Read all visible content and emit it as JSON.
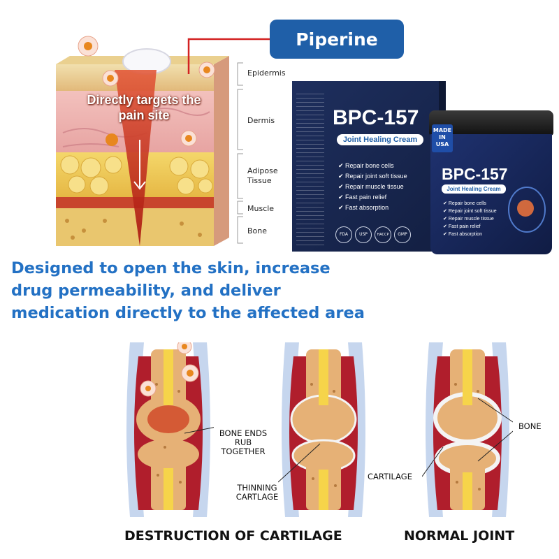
{
  "badge": {
    "label": "Piperine"
  },
  "skin_diagram": {
    "overlay_text": "Directly targets the pain site",
    "layers": [
      "Epidermis",
      "Dermis",
      "Adipose Tissue",
      "Muscle",
      "Bone"
    ]
  },
  "product": {
    "name": "BPC-157",
    "subtitle": "Joint Healing Cream",
    "jar_badge": "MADE IN USA",
    "benefits": [
      "Repair bone cells",
      "Repair joint soft tissue",
      "Repair muscle tissue",
      "Fast pain relief",
      "Fast absorption"
    ],
    "certifications": [
      "FDA",
      "USP",
      "HACCP",
      "GMP"
    ]
  },
  "headline": {
    "lines": [
      "Designed to open the skin, increase",
      "drug permeability, and deliver",
      "medication directly to the affected area"
    ]
  },
  "joints": {
    "labels": {
      "bone_rub": "BONE ENDS RUB TOGETHER",
      "thinning": "THINNING CARTLAGE",
      "cartilage": "CARTILAGE",
      "bone": "BONE"
    },
    "captions": {
      "destruction": "DESTRUCTION OF CARTILAGE",
      "normal": "NORMAL JOINT"
    }
  },
  "colors": {
    "badge_blue": "#1f5fa8",
    "headline_blue": "#2371c4",
    "box_navy": "#16264f"
  }
}
